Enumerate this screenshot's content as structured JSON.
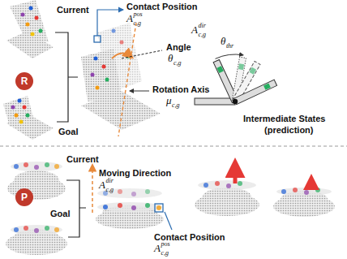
{
  "diagram": {
    "nodes": [
      {
        "text": [
          "R"
        ]
      },
      {
        "text": [
          "P"
        ]
      }
    ],
    "labels": [
      "Current",
      "Goal",
      "Contact Position",
      "A",
      "pos",
      "c,g",
      "Angle",
      "θ",
      "c,g",
      "Rotation Axis",
      "μ",
      "c,g",
      "A",
      "dir",
      "c,g",
      "θ",
      "thr",
      "Intermediate States",
      "(prediction)",
      "Current",
      "Goal",
      "Moving Direction",
      "A",
      "dir",
      "c,g",
      "Contact Position",
      "A",
      "pos",
      "c,g"
    ]
  }
}
